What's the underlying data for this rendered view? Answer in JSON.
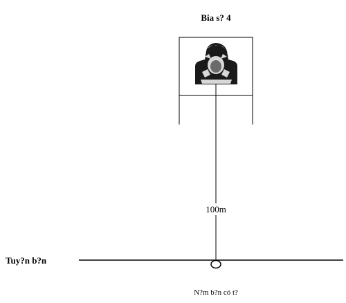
{
  "title": "Bia s? 4",
  "distance": "100m",
  "firing_line_label": "Tuy?n b?n",
  "position_label": "N?m b?n có t?",
  "target_icon": "soldier-target-figure-icon",
  "colors": {
    "line": "#000000",
    "figure_dark": "#1a1a1a",
    "figure_mid": "#6b6b6b",
    "figure_light": "#d8d8d8"
  }
}
